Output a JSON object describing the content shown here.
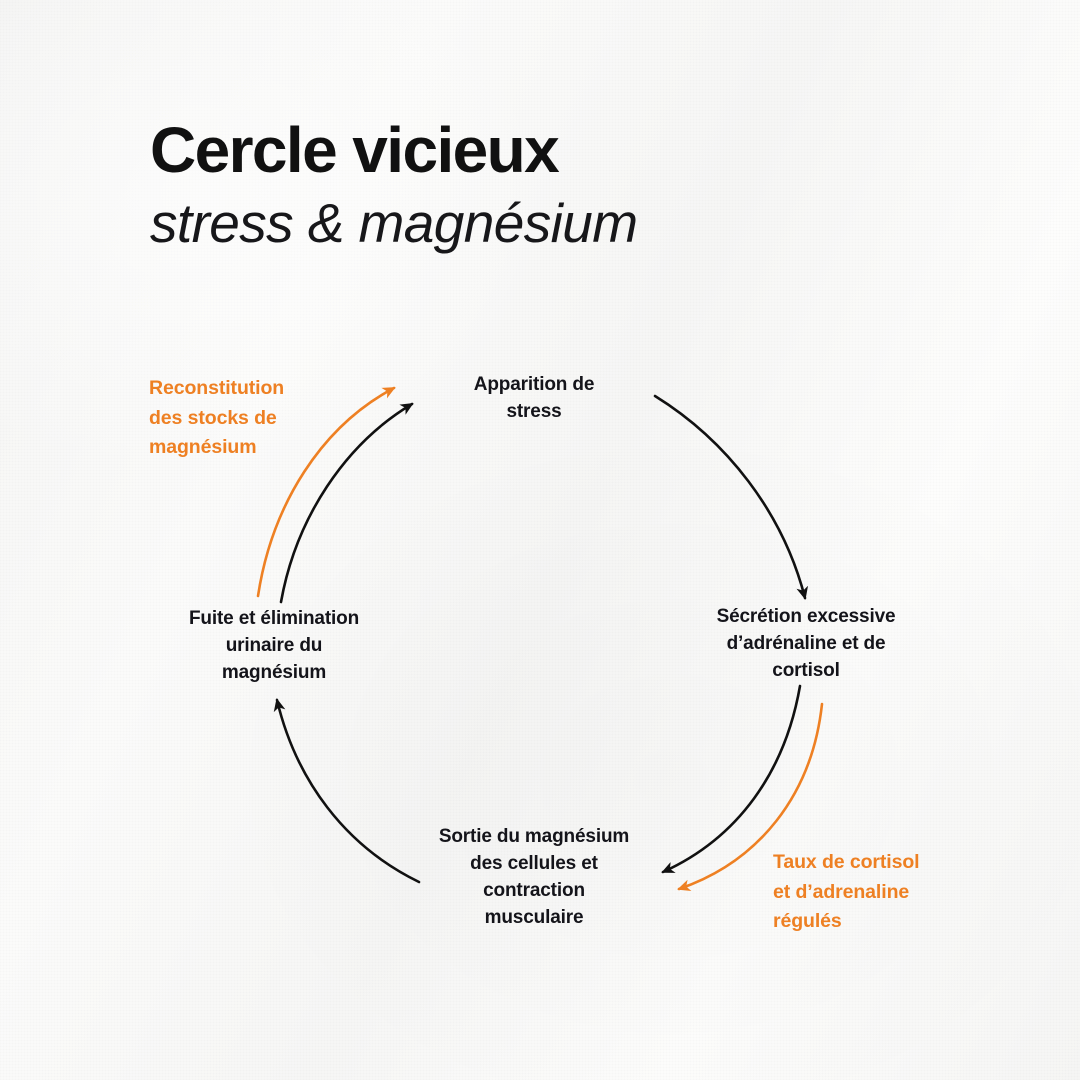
{
  "theme": {
    "background": "#f8f8f7",
    "ink": "#14141a",
    "accent_orange": "#ee8023",
    "arrow_black": "#111111"
  },
  "title": {
    "main": "Cercle vicieux",
    "subtitle": "stress & magnésium"
  },
  "chart_data": {
    "type": "diagram",
    "subtype": "cycle",
    "title": "Cercle vicieux stress & magnésium",
    "direction": "clockwise",
    "nodes": [
      {
        "id": "stress",
        "label": "Apparition de stress",
        "position": "top",
        "angle_deg": 90
      },
      {
        "id": "secretion",
        "label": "Sécrétion excessive d’adrénaline et de cortisol",
        "position": "right",
        "angle_deg": 0
      },
      {
        "id": "sortie",
        "label": "Sortie du magnésium des cellules et contraction musculaire",
        "position": "bottom",
        "angle_deg": 270
      },
      {
        "id": "fuite",
        "label": "Fuite et élimination urinaire du magnésium",
        "position": "left",
        "angle_deg": 180
      }
    ],
    "edges": [
      {
        "from": "stress",
        "to": "secretion",
        "color": "#111111",
        "style": "solid",
        "label": ""
      },
      {
        "from": "secretion",
        "to": "sortie",
        "color": "#111111",
        "style": "solid",
        "label": ""
      },
      {
        "from": "sortie",
        "to": "fuite",
        "color": "#111111",
        "style": "solid",
        "label": ""
      },
      {
        "from": "fuite",
        "to": "stress",
        "color": "#111111",
        "style": "solid",
        "label": ""
      },
      {
        "from": "secretion",
        "to": "sortie",
        "color": "#ee8023",
        "style": "solid",
        "label": "Taux de cortisol et d’adrenaline régulés"
      },
      {
        "from": "fuite",
        "to": "stress",
        "color": "#ee8023",
        "style": "solid",
        "label": "Reconstitution des stocks de magnésium"
      }
    ]
  },
  "nodes": {
    "stress": {
      "line1": "Apparition de",
      "line2": "stress"
    },
    "secretion": {
      "line1": "Sécrétion excessive",
      "line2": "d’adrénaline et de",
      "line3": "cortisol"
    },
    "sortie": {
      "line1": "Sortie du magnésium",
      "line2": "des cellules et",
      "line3": "contraction",
      "line4": "musculaire"
    },
    "fuite": {
      "line1": "Fuite et élimination",
      "line2": "urinaire du",
      "line3": "magnésium"
    }
  },
  "labels": {
    "reconstitution": {
      "line1": "Reconstitution",
      "line2": "des stocks de",
      "line3": "magnésium"
    },
    "taux": {
      "line1": "Taux de cortisol",
      "line2": "et d’adrenaline",
      "line3": "régulés"
    }
  }
}
